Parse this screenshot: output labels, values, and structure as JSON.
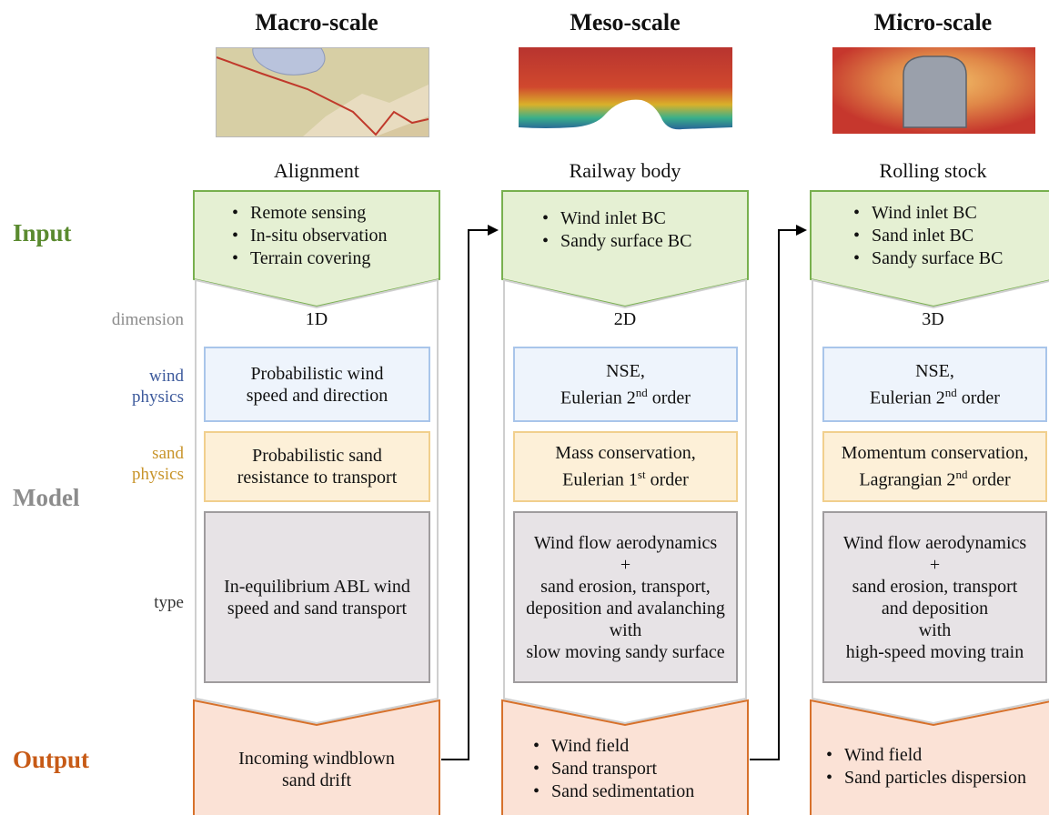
{
  "columns": [
    {
      "title": "Macro-scale",
      "label": "Alignment",
      "input": [
        "Remote sensing",
        "In-situ observation",
        "Terrain covering"
      ],
      "dimension": "1D",
      "wind": [
        "Probabilistic wind",
        "speed and direction"
      ],
      "sand": [
        "Probabilistic sand",
        "resistance to transport"
      ],
      "type": [
        "In-equilibrium ABL wind",
        "speed and sand transport"
      ],
      "output": [
        "Incoming windblown",
        "sand drift"
      ]
    },
    {
      "title": "Meso-scale",
      "label": "Railway body",
      "input": [
        "Wind inlet BC",
        "Sandy surface BC"
      ],
      "dimension": "2D",
      "wind": {
        "line1": "NSE,",
        "pre": "Eulerian 2",
        "sup": "nd",
        "post": " order"
      },
      "sand": {
        "line1": "Mass conservation,",
        "pre": "Eulerian 1",
        "sup": "st",
        "post": " order"
      },
      "type": [
        "Wind flow aerodynamics",
        "+",
        "sand erosion, transport,",
        "deposition and avalanching",
        "with",
        "slow moving sandy surface"
      ],
      "output": [
        "Wind field",
        "Sand transport",
        "Sand sedimentation"
      ]
    },
    {
      "title": "Micro-scale",
      "label": "Rolling stock",
      "input": [
        "Wind inlet BC",
        "Sand inlet BC",
        "Sandy surface BC"
      ],
      "dimension": "3D",
      "wind": {
        "line1": "NSE,",
        "pre": "Eulerian 2",
        "sup": "nd",
        "post": " order"
      },
      "sand": {
        "line1": "Momentum conservation,",
        "pre": "Lagrangian 2",
        "sup": "nd",
        "post": " order"
      },
      "type": [
        "Wind flow aerodynamics",
        "+",
        "sand erosion, transport",
        "and deposition",
        "with",
        "high-speed moving train"
      ],
      "output": [
        "Wind field",
        "Sand particles dispersion"
      ]
    }
  ],
  "rows": {
    "input": "Input",
    "model": "Model",
    "output": "Output",
    "dimension": "dimension",
    "wind": [
      "wind",
      "physics"
    ],
    "sand": [
      "sand",
      "physics"
    ],
    "type": "type"
  },
  "colors": {
    "input": "#5a8a2f",
    "model": "#8c8c8c",
    "output": "#c75a16",
    "wind": "#3d5a9c",
    "sand": "#c8942a",
    "label_gray": "#8c8c8c"
  }
}
